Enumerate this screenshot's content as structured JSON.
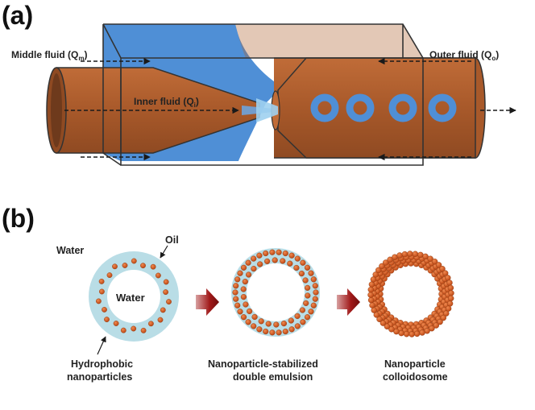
{
  "panel_a": {
    "label": "(a)",
    "middle_fluid": {
      "text": "Middle fluid (Q",
      "sub": "m",
      "close": ")"
    },
    "outer_fluid": {
      "text": "Outer fluid (Q",
      "sub": "o",
      "close": ")"
    },
    "inner_fluid": {
      "text": "Inner fluid (Q",
      "sub": "i",
      "close": ")"
    },
    "colors": {
      "outer": "#b0612f",
      "middle": "#4f8fd6",
      "ring": "#4f8fd6"
    }
  },
  "panel_b": {
    "label": "(b)",
    "water_outside": "Water",
    "oil": "Oil",
    "water_inside": "Water",
    "stage1": {
      "line1": "Hydrophobic",
      "line2": "nanoparticles"
    },
    "stage2": {
      "line1": "Nanoparticle-stabilized",
      "line2": "double emulsion"
    },
    "stage3": {
      "line1": "Nanoparticle",
      "line2": "colloidosome"
    },
    "colors": {
      "oil_shell": "#b9dde6",
      "particle": "#d9541b",
      "arrow": "#8b1414"
    }
  }
}
